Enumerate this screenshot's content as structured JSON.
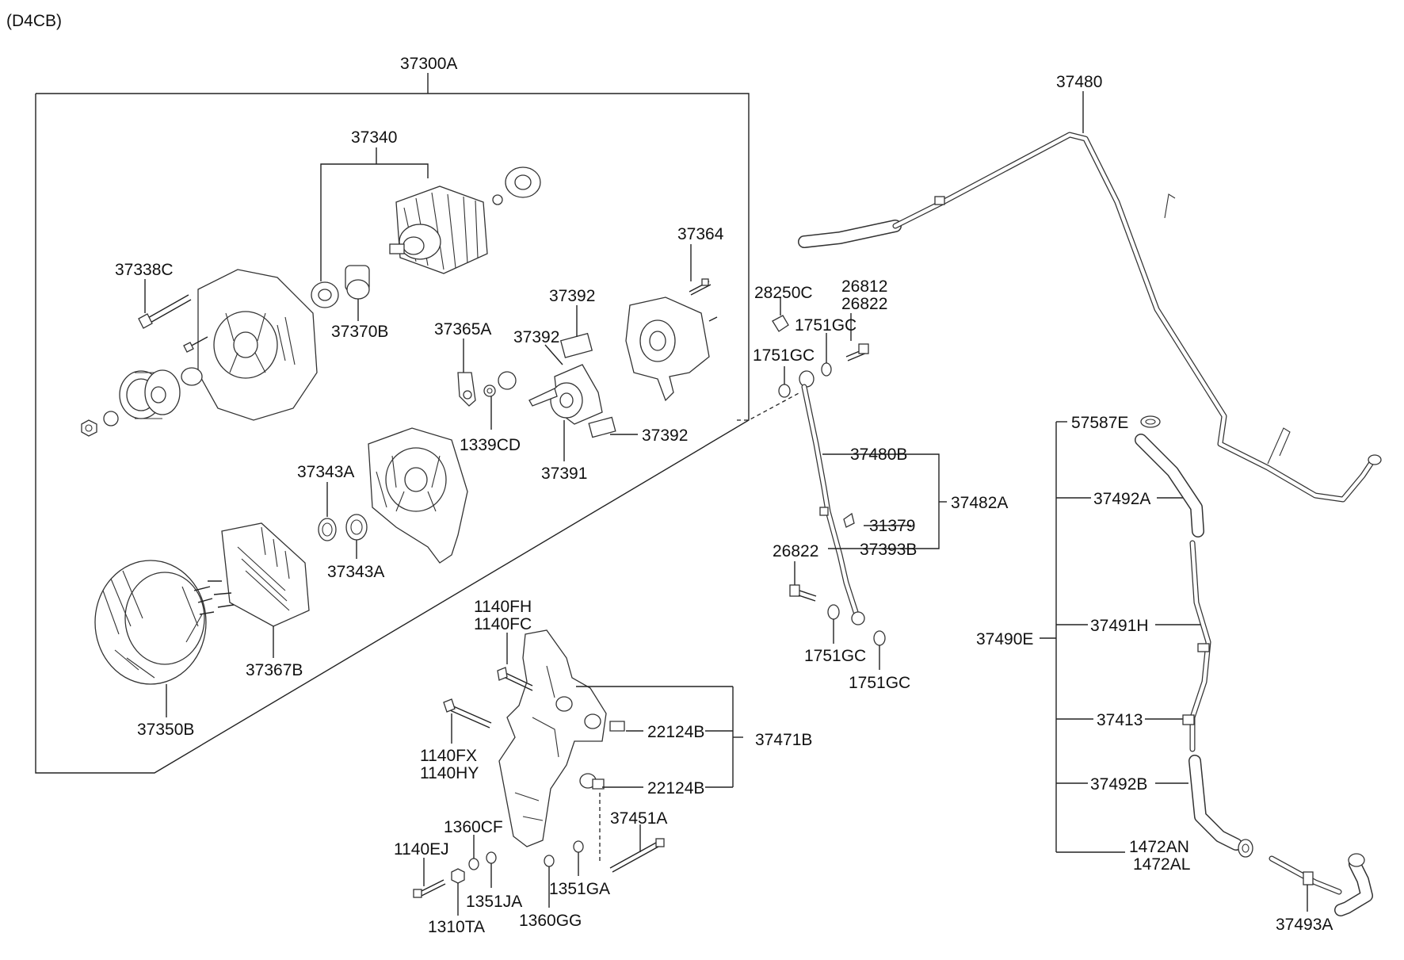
{
  "diagram": {
    "engine_code": "(D4CB)",
    "labels": {
      "l37300A": "37300A",
      "l37340": "37340",
      "l37364": "37364",
      "l37338C": "37338C",
      "l37370B": "37370B",
      "l37392a": "37392",
      "l37392b": "37392",
      "l37392c": "37392",
      "l37365A": "37365A",
      "l1339CD": "1339CD",
      "l37391": "37391",
      "l37343Aa": "37343A",
      "l37343Ab": "37343A",
      "l37367B": "37367B",
      "l37350B": "37350B",
      "l37480": "37480",
      "l28250C": "28250C",
      "l26812": "26812",
      "l26822a": "26822",
      "l1751GCa": "1751GC",
      "l1751GCb": "1751GC",
      "l37480B": "37480B",
      "l37482A": "37482A",
      "l31379": "31379",
      "l37393B": "37393B",
      "l26822b": "26822",
      "l1751GCc": "1751GC",
      "l1751GCd": "1751GC",
      "l1140FH": "1140FH",
      "l1140FC": "1140FC",
      "l1140FX": "1140FX",
      "l1140HY": "1140HY",
      "l22124Ba": "22124B",
      "l22124Bb": "22124B",
      "l37471B": "37471B",
      "l37451A": "37451A",
      "l1360CF": "1360CF",
      "l1140EJ": "1140EJ",
      "l1351JA": "1351JA",
      "l1351GA": "1351GA",
      "l1310TA": "1310TA",
      "l1360GG": "1360GG",
      "l57587E": "57587E",
      "l37492A": "37492A",
      "l37491H": "37491H",
      "l37490E": "37490E",
      "l37413": "37413",
      "l37492B": "37492B",
      "l1472AN": "1472AN",
      "l1472AL": "1472AL",
      "l37493A": "37493A"
    }
  }
}
